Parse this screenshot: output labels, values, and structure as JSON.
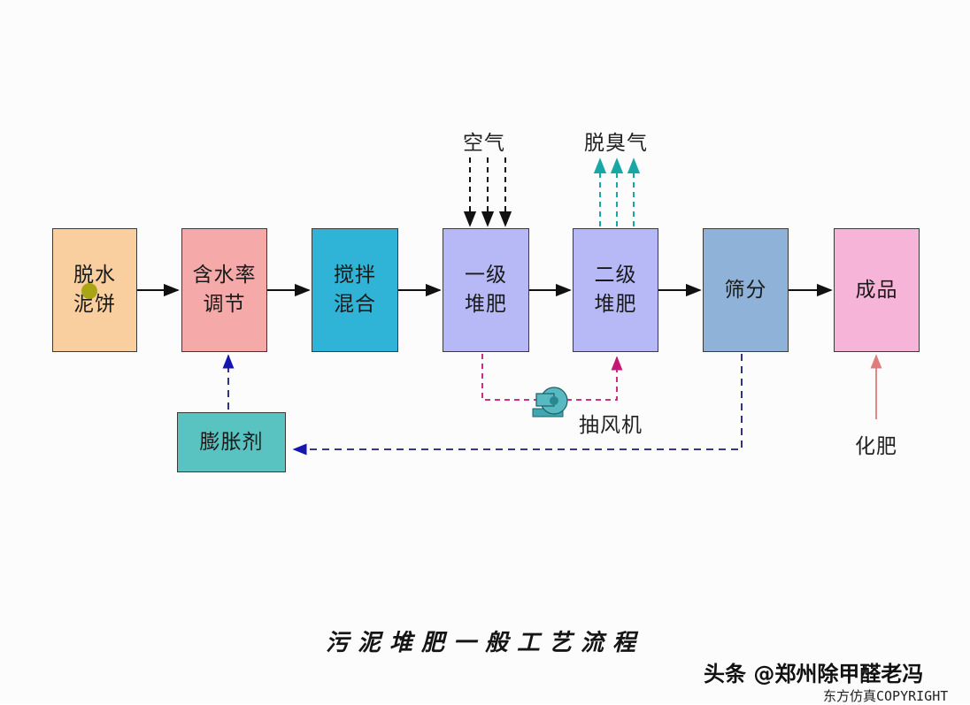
{
  "colors": {
    "box_dewatered": "#f9cf9f",
    "box_moisture": "#f6a9a9",
    "box_mixing": "#2fb3d6",
    "box_composting": "#b6b9f6",
    "box_screening": "#8eb2d8",
    "box_product": "#f6b4d9",
    "box_bulking": "#58c3c1",
    "arrow_air": "#111111",
    "arrow_odor": "#19a7a5",
    "arrow_fan_line": "#c51771",
    "arrow_return": "#1b1b7a",
    "arrow_fertilizer": "#e07b7b",
    "fan": "#3fa7b1"
  },
  "boxes": {
    "dewatered_cake": "脱水\n泥饼",
    "moisture_adjust": "含水率\n调节",
    "mixing": "搅拌\n混合",
    "primary_compost": "一级\n堆肥",
    "secondary_compost": "二级\n堆肥",
    "screening": "筛分",
    "finished_product": "成品",
    "bulking_agent": "膨胀剂"
  },
  "labels": {
    "air": "空气",
    "deodorized_gas": "脱臭气",
    "exhaust_fan": "抽风机",
    "fertilizer": "化肥"
  },
  "icons": {
    "fan": "blower-fan-icon"
  },
  "title": "污泥堆肥一般工艺流程",
  "watermark": {
    "author": "头条 @郑州除甲醛老冯",
    "copyright": "东方仿真COPYRIGHT"
  }
}
